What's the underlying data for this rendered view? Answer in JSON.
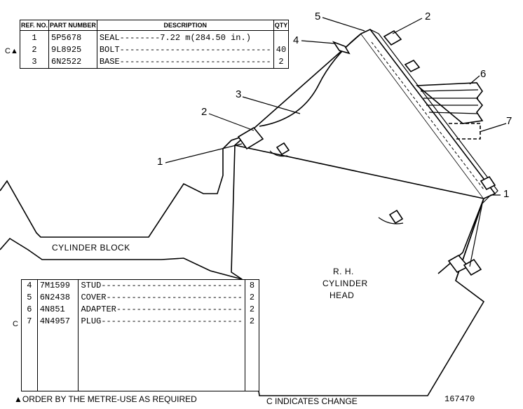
{
  "top_table": {
    "headers": {
      "ref": "REF. NO.",
      "part_number": "PART NUMBER",
      "description": "DESCRIPTION",
      "qty": "QTY"
    },
    "rows": [
      {
        "flag": "C▲",
        "ref": "1",
        "part_number": "5P5678",
        "description": "SEAL--------7.22 m(284.50 in.)",
        "qty": ""
      },
      {
        "flag": "",
        "ref": "2",
        "part_number": "9L8925",
        "description": "BOLT------------------------------",
        "qty": "40"
      },
      {
        "flag": "",
        "ref": "3",
        "part_number": "6N2522",
        "description": "BASE------------------------------",
        "qty": "2"
      }
    ]
  },
  "bottom_table": {
    "rows": [
      {
        "flag": "",
        "ref": "4",
        "part_number": "7M1599",
        "description": "STUD----------------------------",
        "qty": "8"
      },
      {
        "flag": "",
        "ref": "5",
        "part_number": "6N2438",
        "description": "COVER---------------------------",
        "qty": "2"
      },
      {
        "flag": "",
        "ref": "6",
        "part_number": "4N851",
        "description": "ADAPTER-------------------------",
        "qty": "2"
      },
      {
        "flag": "C",
        "ref": "7",
        "part_number": "4N4957",
        "description": "PLUG----------------------------",
        "qty": "2"
      }
    ]
  },
  "labels": {
    "cylinder_block": "CYLINDER BLOCK",
    "cylinder_head_line1": "R. H.",
    "cylinder_head_line2": "CYLINDER",
    "cylinder_head_line3": "HEAD"
  },
  "callouts": {
    "c1a": "1",
    "c1b": "1",
    "c2a": "2",
    "c2b": "2",
    "c3": "3",
    "c4": "4",
    "c5": "5",
    "c6": "6",
    "c7": "7"
  },
  "footer": {
    "order_note": "▲ORDER  BY THE METRE-USE AS REQUIRED",
    "change_note": "C INDICATES CHANGE",
    "figure_number": "167470"
  }
}
